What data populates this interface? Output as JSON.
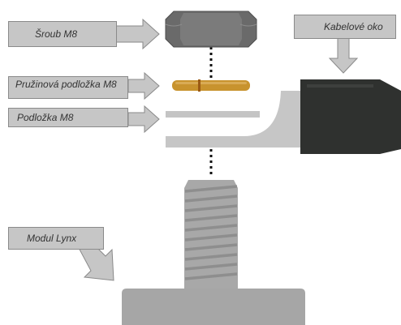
{
  "labels": {
    "screw": "Šroub M8",
    "spring_washer": "Pružinová podložka M8",
    "washer": "Podložka M8",
    "cable_lug": "Kabelové oko",
    "module": "Modul Lynx"
  },
  "colors": {
    "label_fill": "#c6c6c6",
    "arrow_fill": "#c6c6c6",
    "nut": "#6a6a6a",
    "spring_washer": "#c8932e",
    "washer": "#c4c4c4",
    "lug_metal": "#c6c6c6",
    "lug_insulation": "#2f312f",
    "bolt": "#a8a8a8",
    "module": "#a6a6a6"
  },
  "icons": [
    "hex-nut-icon",
    "spring-washer-icon",
    "flat-washer-icon",
    "cable-lug-icon",
    "threaded-bolt-icon",
    "module-base-icon"
  ]
}
